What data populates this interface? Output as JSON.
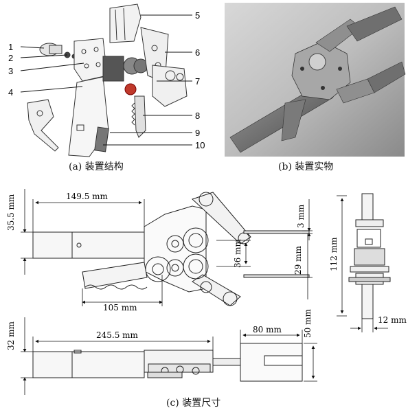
{
  "captions": {
    "a": "(a) 装置结构",
    "b": "(b) 装置实物",
    "c": "(c) 装置尺寸"
  },
  "callouts": [
    "1",
    "2",
    "3",
    "4",
    "5",
    "6",
    "7",
    "8",
    "9",
    "10"
  ],
  "dims": {
    "d35_5": "35.5 mm",
    "d149_5": "149.5 mm",
    "d3": "3 mm",
    "d36": "36 mm",
    "d29": "29 mm",
    "d112": "112 mm",
    "d12": "12 mm",
    "d105": "105 mm",
    "d32": "32 mm",
    "d245_5": "245.5 mm",
    "d80": "80 mm",
    "d50": "50 mm"
  }
}
